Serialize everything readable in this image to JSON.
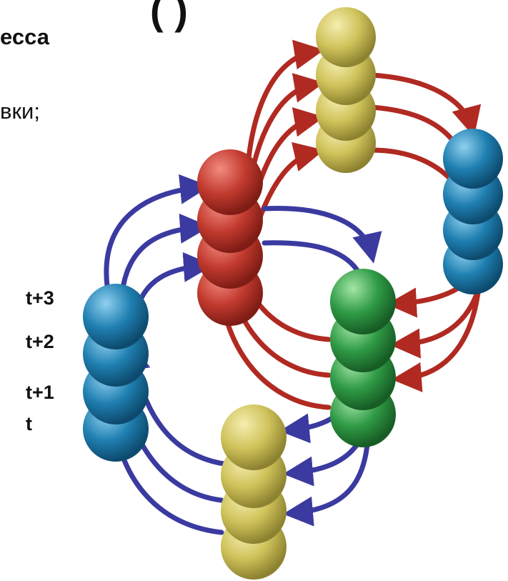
{
  "text": {
    "title_fragment": "(                 )",
    "subtitle_fragment": "есса",
    "list_fragment": "вки;"
  },
  "time_labels": [
    "t+3",
    "t+2",
    "t+1",
    "t"
  ],
  "colors": {
    "red_ball": "#c23a2e",
    "yellow_ball": "#cfc25a",
    "blue_ball": "#1f7fb0",
    "green_ball": "#2f9a45",
    "red_arrow": "#b02a22",
    "blue_arrow": "#3a3aa0"
  },
  "stacks": [
    {
      "name": "red-stack",
      "color": "red"
    },
    {
      "name": "top-yellow-stack",
      "color": "yellow"
    },
    {
      "name": "right-blue-stack",
      "color": "blue"
    },
    {
      "name": "green-stack",
      "color": "green"
    },
    {
      "name": "left-blue-stack",
      "color": "blue"
    },
    {
      "name": "bottom-yellow-stack",
      "color": "yellow"
    }
  ]
}
